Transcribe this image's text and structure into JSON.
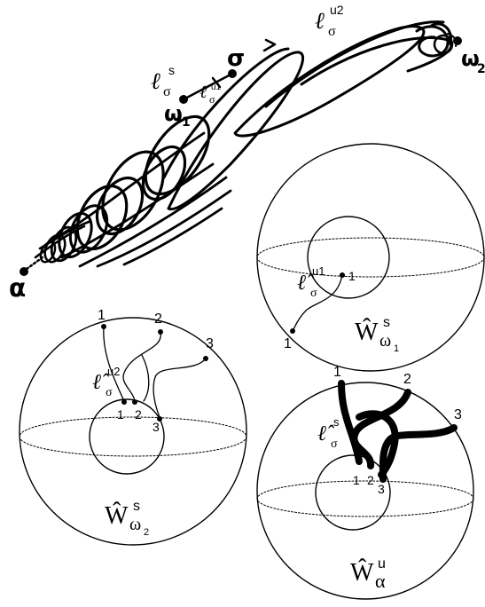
{
  "labels": {
    "alpha": "α",
    "sigma": "σ",
    "omega1": "ω",
    "omega1_sub": "1",
    "omega2": "ω",
    "omega2_sub": "2",
    "ell": "ℓ",
    "ell_sigma": "σ",
    "ell_s_sup": "s",
    "ell_u1_sup": "u1",
    "ell_u2_sup": "u2"
  },
  "sphere_omega1": {
    "title": "Ŵ",
    "title_sub": "ω",
    "title_sub_index": "1",
    "title_sup": "s",
    "curve_label": "ℓ̂",
    "curve_label_sub": "σ",
    "curve_label_sup": "u1",
    "point_inner": "1",
    "point_outer": "1"
  },
  "sphere_omega2": {
    "title": "Ŵ",
    "title_sub": "ω",
    "title_sub_index": "2",
    "title_sup": "s",
    "curve_label": "ℓ̂",
    "curve_label_sub": "σ",
    "curve_label_sup": "u2",
    "outer_points": [
      "1",
      "2",
      "3"
    ],
    "inner_points": [
      "1",
      "2",
      "3"
    ]
  },
  "sphere_alpha": {
    "title": "Ŵ",
    "title_sub": "α",
    "title_sup": "u",
    "curve_label": "ℓ̂",
    "curve_label_sub": "σ",
    "curve_label_sup": "s",
    "outer_points": [
      "1",
      "2",
      "3"
    ],
    "inner_points": [
      "1",
      "2",
      "3"
    ]
  }
}
